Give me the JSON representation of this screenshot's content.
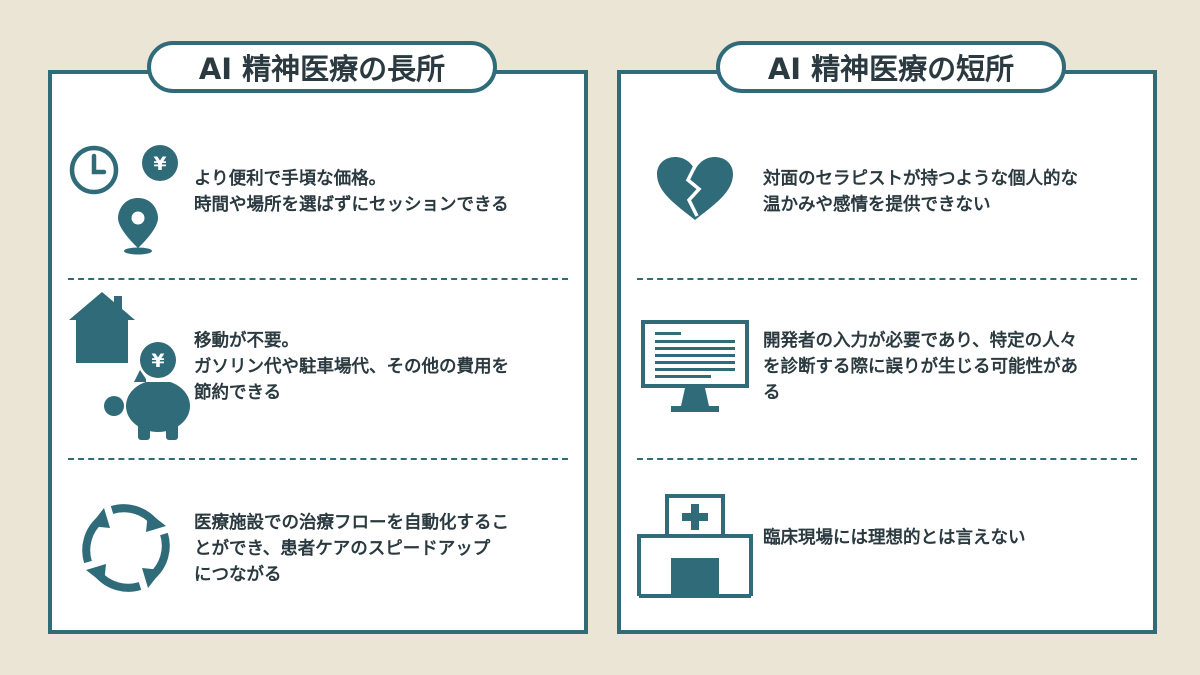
{
  "colors": {
    "accent": "#2f6b78",
    "background": "#ebe5d6",
    "panel": "#ffffff",
    "text": "#2b3a40"
  },
  "pros": {
    "title": "AI 精神医療の長所",
    "items": [
      {
        "icon": "clock-yen-location-icon",
        "lines": [
          "より便利で手頃な価格。",
          "時間や場所を選ばずにセッションできる"
        ]
      },
      {
        "icon": "house-piggy-bank-icon",
        "lines": [
          "移動が不要。",
          "ガソリン代や駐車場代、その他の費用を",
          "節約できる"
        ]
      },
      {
        "icon": "cycle-arrows-icon",
        "lines": [
          "医療施設での治療フローを自動化するこ",
          "とができ、患者ケアのスピードアップ",
          "につながる"
        ]
      }
    ]
  },
  "cons": {
    "title": "AI 精神医療の短所",
    "items": [
      {
        "icon": "broken-heart-icon",
        "lines": [
          "対面のセラピストが持つような個人的な",
          "温かみや感情を提供できない"
        ]
      },
      {
        "icon": "monitor-document-icon",
        "lines": [
          "開発者の入力が必要であり、特定の人々",
          "を診断する際に誤りが生じる可能性があ",
          "る"
        ]
      },
      {
        "icon": "hospital-icon",
        "lines": [
          "臨床現場には理想的とは言えない"
        ]
      }
    ]
  }
}
